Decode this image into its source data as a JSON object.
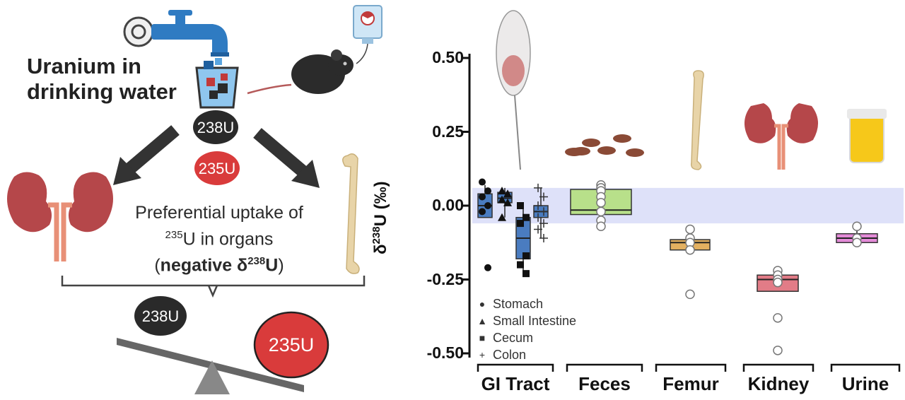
{
  "schematic": {
    "title_line1": "Uranium in",
    "title_line2": "drinking water",
    "uptake_line1": "Preferential uptake of",
    "uptake_sup": "235",
    "uptake_line2": "U in organs",
    "uptake_line3_prefix": "(",
    "uptake_line3_bold": "negative δ",
    "uptake_line3_sup": "238",
    "uptake_line3_bold2": "U",
    "uptake_line3_suffix": ")",
    "isotope_238": "238U",
    "isotope_235": "235U",
    "colors": {
      "isotope_238": "#2a2a2a",
      "isotope_235": "#d93b3b",
      "kidney": "#b5474a",
      "bone": "#e8d4a8"
    }
  },
  "chart_data": {
    "type": "box",
    "ylabel_prefix": "δ",
    "ylabel_sup": "238",
    "ylabel_suffix": "U (‰)",
    "ylim": [
      -0.52,
      0.55
    ],
    "yticks": [
      0.5,
      0.25,
      0.0,
      -0.25,
      -0.5
    ],
    "ytick_labels": [
      "0.50",
      "0.25",
      "0.00",
      "-0.25",
      "-0.50"
    ],
    "reference_band": [
      -0.06,
      0.06
    ],
    "categories": [
      "GI Tract",
      "Feces",
      "Femur",
      "Kidney",
      "Urine"
    ],
    "legend": [
      {
        "symbol": "●",
        "label": "Stomach"
      },
      {
        "symbol": "▲",
        "label": "Small Intestine"
      },
      {
        "symbol": "■",
        "label": "Cecum"
      },
      {
        "symbol": "+",
        "label": "Colon"
      }
    ],
    "boxes": [
      {
        "category": "GI Tract",
        "sub": "Stomach",
        "q1": -0.04,
        "median": 0.0,
        "q3": 0.04,
        "whisker_low": -0.04,
        "whisker_high": 0.07,
        "points": [
          0.08,
          0.05,
          0.03,
          0.0,
          -0.02,
          -0.21
        ],
        "marker": "circle",
        "color": "#4a7cc0"
      },
      {
        "category": "GI Tract",
        "sub": "Small Intestine",
        "q1": 0.01,
        "median": 0.025,
        "q3": 0.045,
        "whisker_low": -0.04,
        "whisker_high": 0.06,
        "points": [
          0.05,
          0.04,
          0.02,
          0.01,
          -0.04
        ],
        "marker": "triangle",
        "color": "#4a7cc0"
      },
      {
        "category": "GI Tract",
        "sub": "Cecum",
        "q1": -0.18,
        "median": -0.11,
        "q3": -0.04,
        "whisker_low": -0.23,
        "whisker_high": 0.0,
        "points": [
          0.0,
          -0.04,
          -0.06,
          -0.17,
          -0.2,
          -0.23
        ],
        "marker": "square",
        "color": "#4a7cc0"
      },
      {
        "category": "GI Tract",
        "sub": "Colon",
        "q1": -0.04,
        "median": -0.02,
        "q3": 0.0,
        "whisker_low": -0.11,
        "whisker_high": 0.06,
        "points": [
          0.06,
          0.03,
          0.0,
          -0.02,
          -0.04,
          -0.06,
          -0.08,
          -0.11
        ],
        "marker": "plus",
        "color": "#4a7cc0"
      },
      {
        "category": "Feces",
        "q1": -0.03,
        "median": -0.015,
        "q3": 0.055,
        "whisker_low": -0.07,
        "whisker_high": 0.07,
        "points": [
          0.07,
          0.06,
          0.05,
          0.03,
          0.01,
          -0.02,
          -0.05,
          -0.07
        ],
        "marker": "open",
        "color": "#b8e08a"
      },
      {
        "category": "Femur",
        "q1": -0.15,
        "median": -0.125,
        "q3": -0.115,
        "whisker_low": -0.15,
        "whisker_high": -0.08,
        "points": [
          -0.08,
          -0.11,
          -0.125,
          -0.15,
          -0.3
        ],
        "marker": "open",
        "color": "#e3b060"
      },
      {
        "category": "Kidney",
        "q1": -0.29,
        "median": -0.25,
        "q3": -0.235,
        "whisker_low": -0.29,
        "whisker_high": -0.22,
        "points": [
          -0.22,
          -0.235,
          -0.25,
          -0.26,
          -0.38,
          -0.49
        ],
        "marker": "open",
        "color": "#e27c87"
      },
      {
        "category": "Urine",
        "q1": -0.125,
        "median": -0.11,
        "q3": -0.095,
        "whisker_low": -0.125,
        "whisker_high": -0.07,
        "points": [
          -0.07,
          -0.11,
          -0.125
        ],
        "marker": "open",
        "color": "#e48bd8"
      }
    ]
  }
}
